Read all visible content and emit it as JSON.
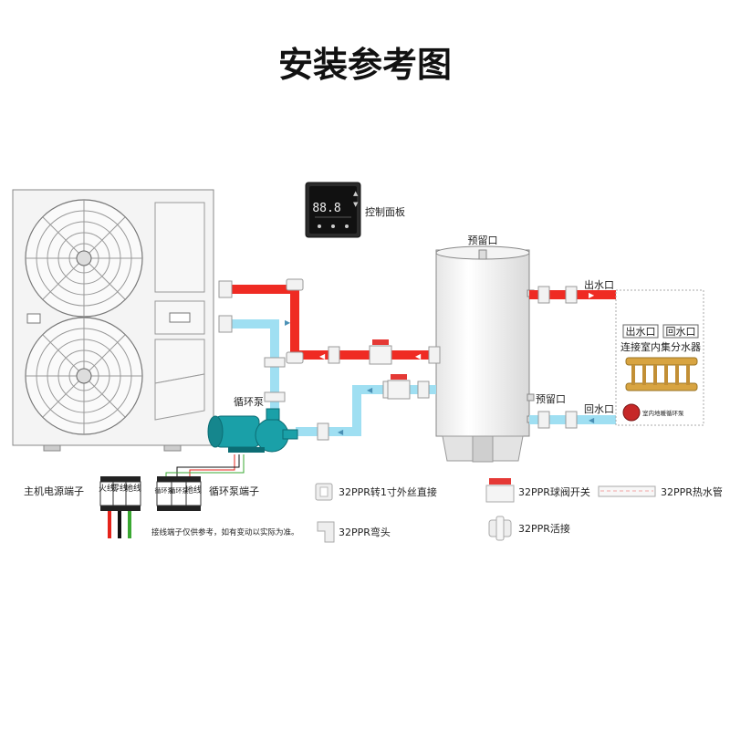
{
  "title": "安装参考图",
  "labels": {
    "control_panel": "控制面板",
    "reserved_top": "预留口",
    "reserved_mid": "预留口",
    "outlet_right": "出水口",
    "return_right": "回水口",
    "manifold_outlet": "出水口",
    "manifold_return": "回水口",
    "manifold_title": "连接室内集分水器",
    "floor_pump": "室内地暖循环泵",
    "circ_pump": "循环泵",
    "main_power_terminal": "主机电源端子",
    "pump_terminal": "循环泵端子",
    "wiring_note": "接线端子仅供参考，如有变动以实际为准。"
  },
  "terminals": {
    "main": [
      "火线",
      "零线",
      "地线"
    ],
    "pump": [
      "循环泵",
      "循环泵",
      "地线"
    ]
  },
  "legend": [
    {
      "id": "adapter",
      "label": "32PPR转1寸外丝直接"
    },
    {
      "id": "valve",
      "label": "32PPR球阀开关"
    },
    {
      "id": "hot-pipe",
      "label": "32PPR热水管"
    },
    {
      "id": "elbow",
      "label": "32PPR弯头"
    },
    {
      "id": "union",
      "label": "32PPR活接"
    }
  ],
  "controller_display": "88.8",
  "colors": {
    "hot_pipe": "#ef2b23",
    "cold_pipe": "#9fdff2",
    "pump_body": "#1aa0a8",
    "wire_red": "#e5231b",
    "wire_black": "#111111",
    "wire_green": "#3aa832"
  }
}
